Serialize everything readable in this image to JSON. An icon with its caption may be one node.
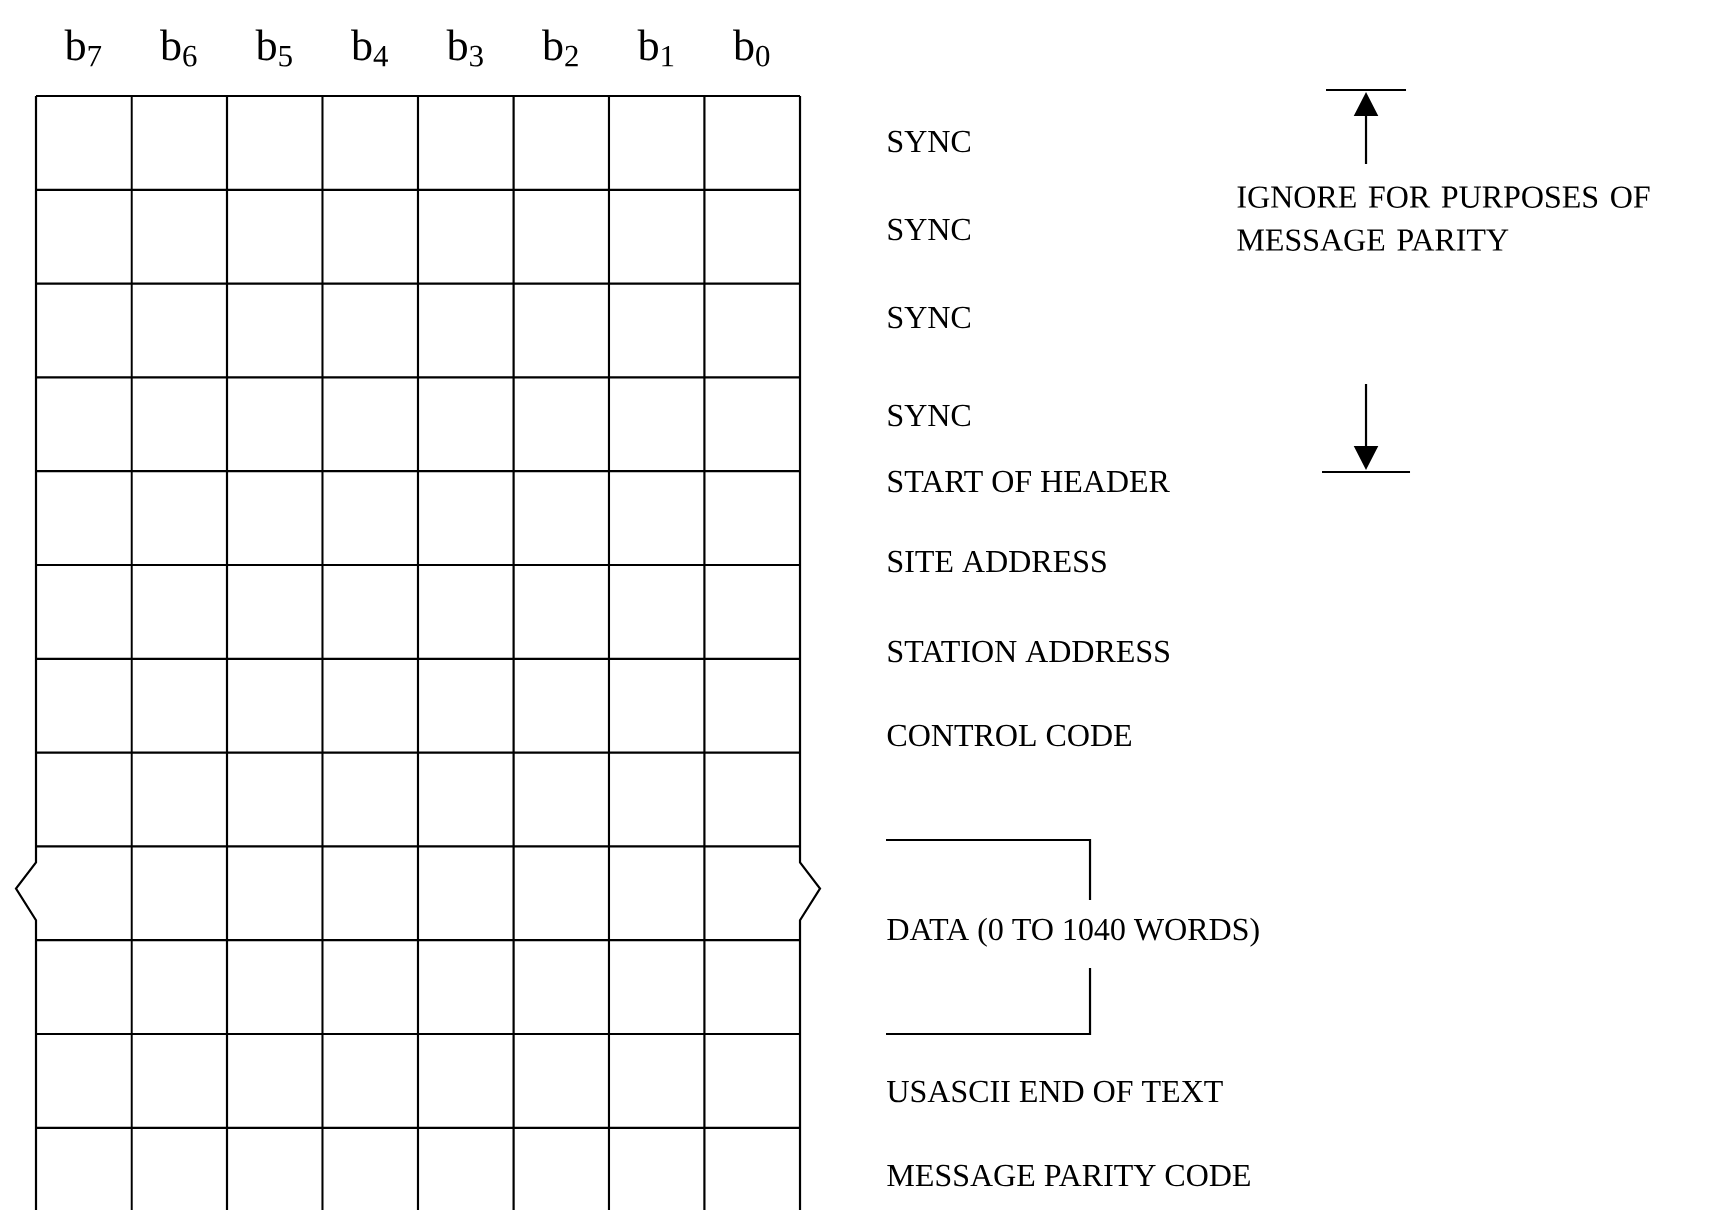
{
  "diagram": {
    "labels": [
      "b$_{7}$",
      "b$_{6}$",
      "b$_{5}$",
      "b$_{4}$",
      "b$_{3}$",
      "b$_{2}$",
      "b$_{1}$",
      "b$_{0}$",
      "SYNC",
      "IGNORE FOR PURPOSES OF MESSAGE PARITY",
      "SYNC",
      "SYNC",
      "SYNC",
      "START OF HEADER",
      "SITE ADDRESS",
      "STATION ADDRESS",
      "CONTROL CODE",
      "DATA (0 TO 1040 WORDS)",
      "USASCII END OF TEXT",
      "MESSAGE PARITY CODE"
    ]
  }
}
